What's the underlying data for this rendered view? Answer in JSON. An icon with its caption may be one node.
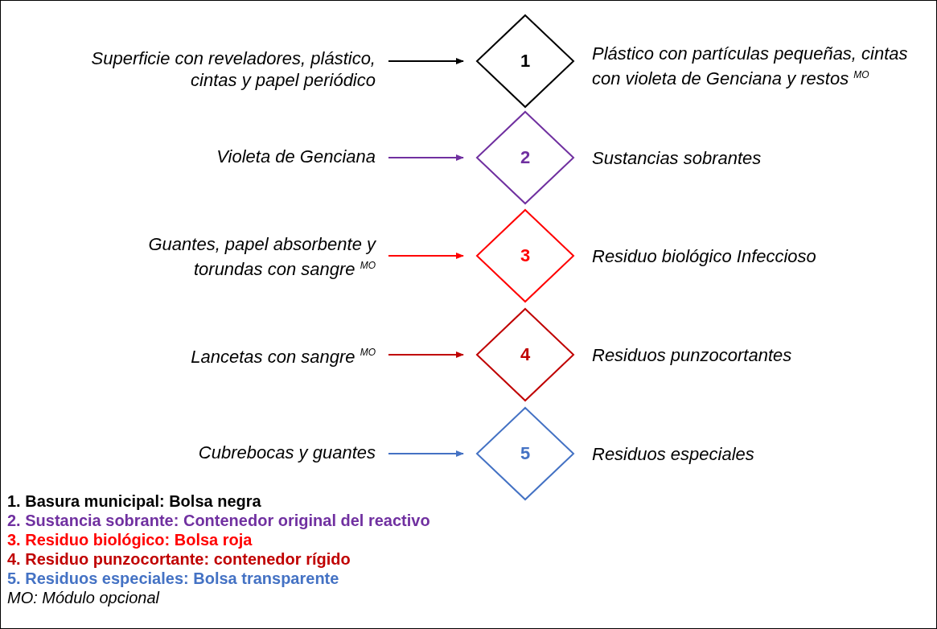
{
  "diagram": {
    "nodes": [
      {
        "text": [
          "Superficie con reveladores, plástico, cintas y papel periódico"
        ]
      },
      {
        "text": [
          "1"
        ],
        "beside": [
          "Plástico con partículas pequeñas, cintas con violeta de Genciana y restos $^{MO}$"
        ]
      },
      {
        "text": [
          "Violeta de Genciana"
        ]
      },
      {
        "text": [
          "2"
        ],
        "beside": [
          "Sustancias sobrantes"
        ]
      },
      {
        "text": [
          "Guantes, papel absorbente y torundas con sangre $^{MO}$"
        ]
      },
      {
        "text": [
          "3"
        ],
        "beside": [
          "Residuo biológico Infeccioso"
        ]
      },
      {
        "text": [
          "Lancetas con sangre $^{MO}$"
        ]
      },
      {
        "text": [
          "4"
        ],
        "beside": [
          "Residuos punzocortantes"
        ]
      },
      {
        "text": [
          "Cubrebocas y guantes"
        ]
      },
      {
        "text": [
          "5"
        ],
        "beside": [
          "Residuos especiales"
        ]
      }
    ],
    "edges": [
      {
        "from": 0,
        "to": 1,
        "arrow": "to",
        "color": "#000000"
      },
      {
        "from": 2,
        "to": 3,
        "arrow": "to",
        "color": "#7030a0"
      },
      {
        "from": 4,
        "to": 5,
        "arrow": "to",
        "color": "#ff0000"
      },
      {
        "from": 6,
        "to": 7,
        "arrow": "to",
        "color": "#c00000"
      },
      {
        "from": 8,
        "to": 9,
        "arrow": "to",
        "color": "#4472c4"
      }
    ],
    "labels": [
      "1. Basura municipal: Bolsa negra",
      "2. Sustancia sobrante: Contenedor original del reactivo",
      "3. Residuo biológico: Bolsa roja",
      "4. Residuo punzocortante: contenedor rígido",
      "5. Residuos especiales: Bolsa transparente",
      "MO: Módulo opcional"
    ]
  }
}
